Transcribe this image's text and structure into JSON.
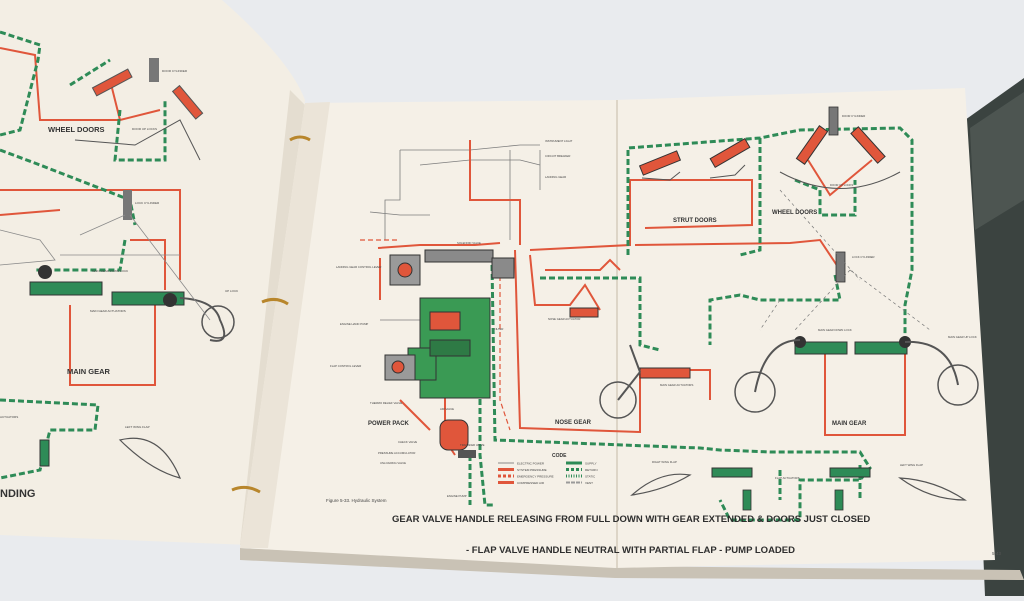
{
  "left_page": {
    "labels": {
      "wheel_doors": "WHEEL DOORS",
      "main_gear": "MAIN GEAR",
      "ending": "NDING",
      "lock_cylinder": "LOCK CYLINDER",
      "door_cylinder": "DOOR CYLINDER",
      "door_up_locks": "DOOR UP LOCKS",
      "main_gear_down_lock": "MAIN GEAR DOWN LOCK",
      "main_gear_actuators": "MAIN GEAR ACTUATORS",
      "up_lock": "UP LOCK",
      "left_wing_flap": "LEFT WING FLAP",
      "actuators": "ACTUATORS"
    }
  },
  "right_page": {
    "figure_caption": "Figure 5-33.  Hydraulic System",
    "caption_line1": "GEAR VALVE HANDLE RELEASING FROM FULL DOWN WITH GEAR EXTENDED & DOORS JUST CLOSED",
    "caption_line2": "- FLAP VALVE HANDLE NEUTRAL WITH PARTIAL FLAP - PUMP LOADED",
    "page_number": "5-43",
    "labels": {
      "strut_doors": "STRUT DOORS",
      "wheel_doors": "WHEEL DOORS",
      "nose_gear": "NOSE GEAR",
      "main_gear": "MAIN GEAR",
      "power_pack": "POWER PACK",
      "door_cylinder": "DOOR CYLINDER",
      "door_up_locks": "DOOR UP LOCKS",
      "lock_cylinder": "LOCK CYLINDER",
      "nose_gear_actuator": "NOSE GEAR ACTUATOR",
      "main_gear_actuators": "MAIN GEAR ACTUATORS",
      "main_gear_down_lock": "MAIN GEAR DOWN LOCK",
      "main_gear_up_lock": "MAIN GEAR UP LOCK",
      "landing_gear_control_lever": "LANDING GEAR CONTROL LEVER",
      "engine_hand_pump": "ENGINE HAND PUMP",
      "flap_control_lever": "FLAP CONTROL LEVER",
      "engine_pump": "ENGINE PUMP",
      "right_wing_flap": "RIGHT WING FLAP",
      "left_wing_flap": "LEFT WING FLAP",
      "flap_actuators": "FLAP ACTUATORS",
      "instrument_light": "INSTRUMENT LIGHT",
      "circuit_breaker": "CIRCUIT BREAKER",
      "landing_gear": "LANDING GEAR",
      "solenoid_valve": "SOLENOID VALVE",
      "thermo_relief_valve": "THERMO RELIEF VALVE",
      "air_valve": "AIR VALVE",
      "check_valve": "CHECK VALVE",
      "pressure_accumulator": "PRESSURE ACCUMULATOR",
      "unloading_valve": "UNLOADING VALVE",
      "transfer_valve": "TRANSFER VALVE",
      "filter": "FILTER"
    },
    "code_legend": {
      "title": "CODE",
      "entries": [
        {
          "label": "ELECTRIC POWER",
          "color": "#8a8a8a",
          "style": "thin"
        },
        {
          "label": "SYSTEM PRESSURE",
          "color": "#e0563b",
          "style": "solid"
        },
        {
          "label": "EMERGENCY PRESSURE",
          "color": "#e0563b",
          "style": "dashed"
        },
        {
          "label": "COMPRESSED AIR",
          "color": "#e0563b",
          "style": "hatched"
        },
        {
          "label": "SUPPLY",
          "color": "#2e8b57",
          "style": "solid"
        },
        {
          "label": "RETURN",
          "color": "#2e8b57",
          "style": "dashed"
        },
        {
          "label": "STATIC",
          "color": "#2e8b57",
          "style": "dotted"
        },
        {
          "label": "VENT",
          "color": "#9a9a9a",
          "style": "outline"
        }
      ]
    }
  },
  "colors": {
    "background": "#e9ebee",
    "paper": "#f4efe6",
    "pressure_red": "#e0563b",
    "return_green": "#2e8b57",
    "power_pack_green": "#3a9a54",
    "ink": "#4a4a4a",
    "binder_ring": "#b8862c"
  }
}
